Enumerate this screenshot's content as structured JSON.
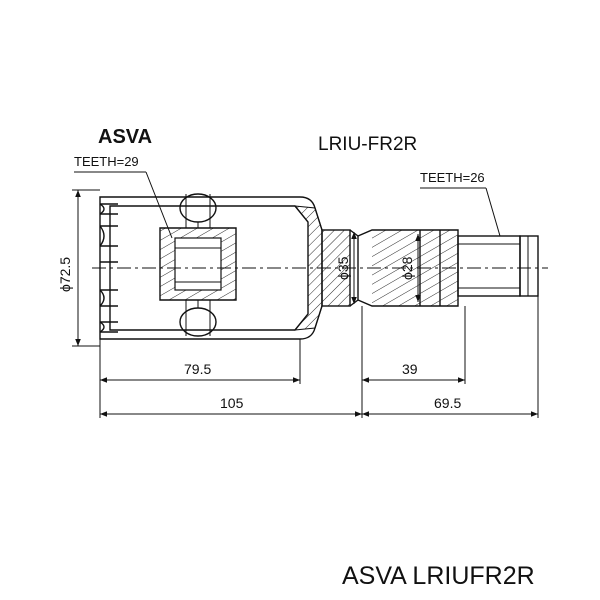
{
  "header": {
    "brand": "ASVA",
    "part_number": "LRIU-FR2R"
  },
  "labels": {
    "teeth_left": "TEETH=29",
    "teeth_right": "TEETH=26"
  },
  "dimensions": {
    "outer_diameter": "ϕ72.5",
    "body_diameter": "ϕ35",
    "shaft_diameter": "ϕ28",
    "housing_length": "79.5",
    "spline_length": "39",
    "left_total": "105",
    "right_total": "69.5"
  },
  "footer": {
    "caption": "ASVA LRIUFR2R"
  }
}
